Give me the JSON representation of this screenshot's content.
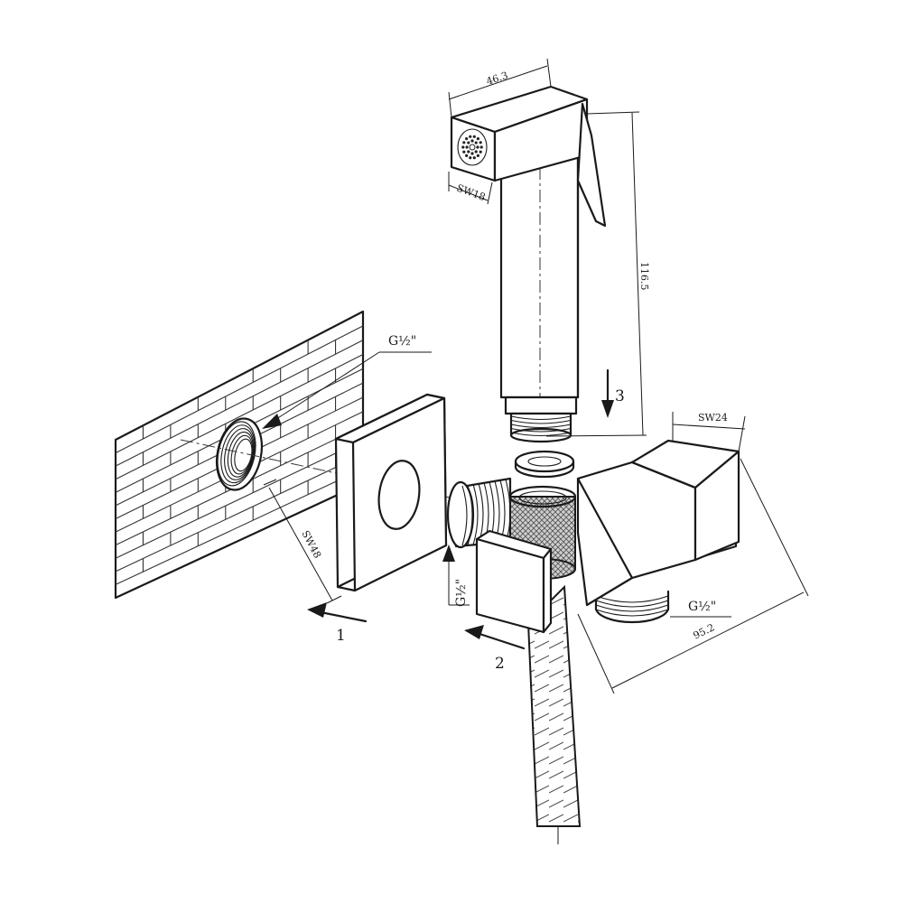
{
  "dimensions": {
    "head_width": "46.3",
    "nozzle_sw": "SW18",
    "sprayer_length": "116.5",
    "valve_sw": "SW24",
    "valve_length": "95.2",
    "flange_sw": "SW48"
  },
  "threads": {
    "wall_inlet": "G½\"",
    "valve_inlet": "G½\"",
    "valve_outlet": "G½\""
  },
  "steps": {
    "step1": "1",
    "step2": "2",
    "step3": "3"
  }
}
